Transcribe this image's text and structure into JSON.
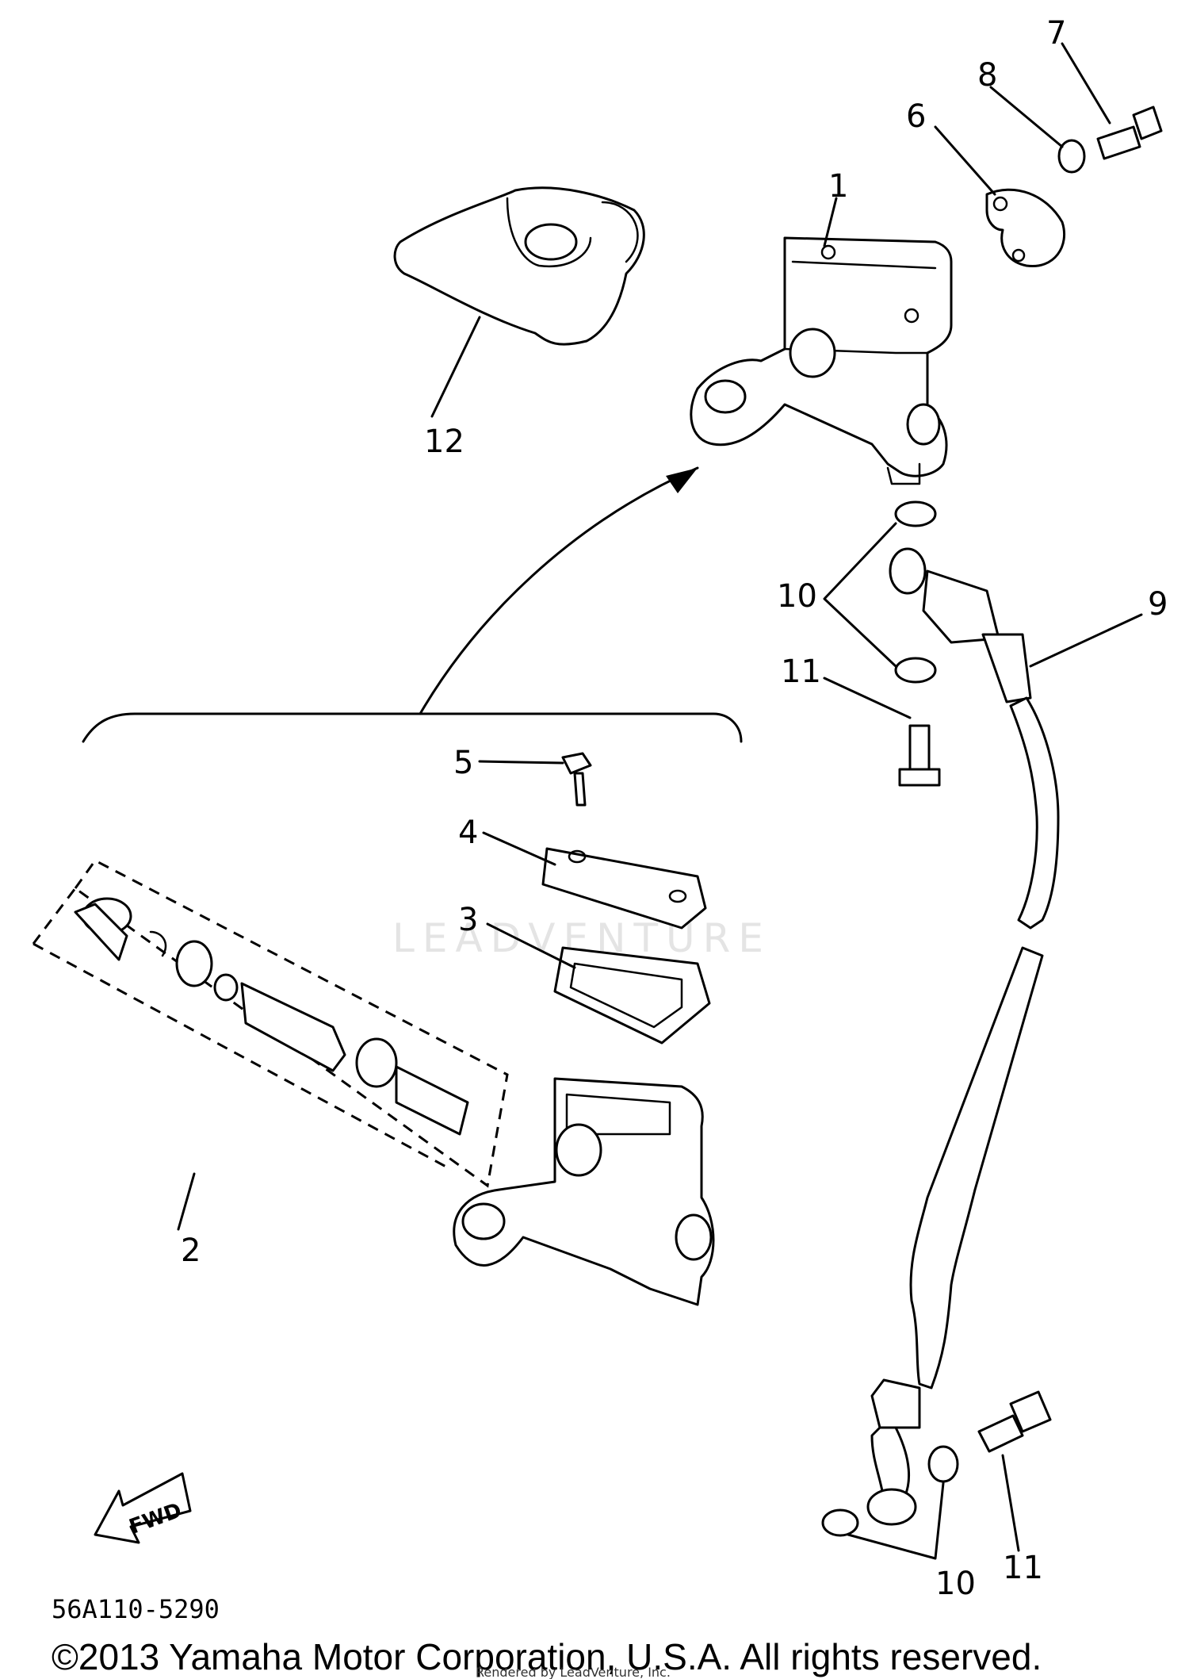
{
  "watermark": "LEADVENTURE",
  "callouts": {
    "c1": "1",
    "c2": "2",
    "c3": "3",
    "c4": "4",
    "c5": "5",
    "c6": "6",
    "c7": "7",
    "c8": "8",
    "c9": "9",
    "c10a": "10",
    "c10b": "10",
    "c11a": "11",
    "c11b": "11",
    "c12": "12"
  },
  "fwd_label": "FWD",
  "diagram_code": "56A110-5290",
  "copyright": "©2013 Yamaha Motor Corporation, U.S.A. All rights reserved.",
  "rendered_by": "Rendered by LeadVenture, Inc."
}
